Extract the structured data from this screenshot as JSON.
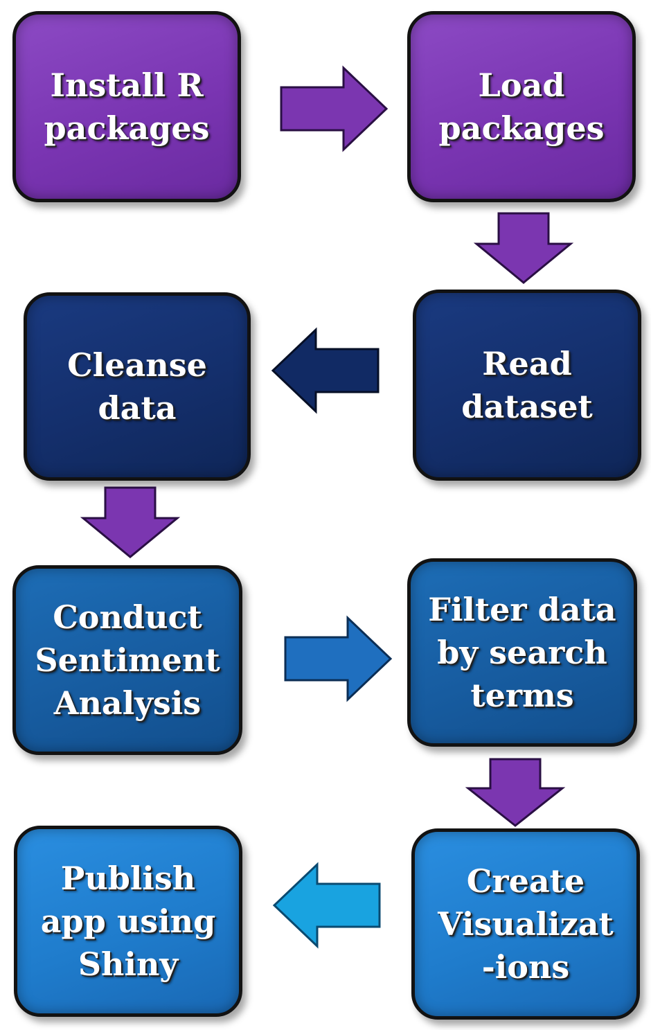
{
  "steps": [
    {
      "label": "Install R\npackages"
    },
    {
      "label": "Load\npackages"
    },
    {
      "label": "Read\ndataset"
    },
    {
      "label": "Cleanse\ndata"
    },
    {
      "label": "Conduct\nSentiment\nAnalysis"
    },
    {
      "label": "Filter data\nby search\nterms"
    },
    {
      "label": "Create\nVisualizat\n-ions"
    },
    {
      "label": "Publish\napp using\nShiny"
    }
  ],
  "colors": {
    "purple": "#7a35b2",
    "navy": "#142f6c",
    "steel": "#175ca0",
    "bright": "#1f7ccc",
    "arrow_purple": "#7b36b0",
    "arrow_navy": "#112a64",
    "arrow_steel": "#1f6fbf",
    "arrow_light": "#19a3e0"
  }
}
